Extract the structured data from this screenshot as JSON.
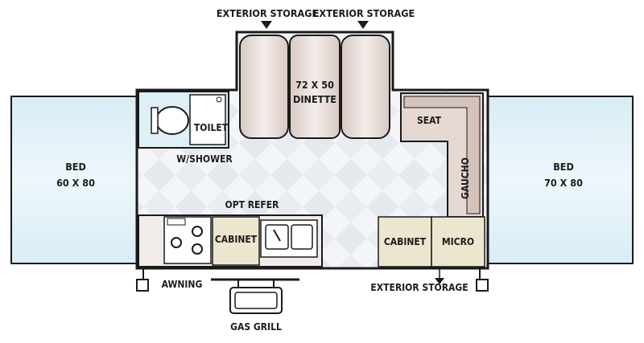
{
  "labels": {
    "exterior_storage_top_left": "EXTERIOR STORAGE",
    "exterior_storage_top_right": "EXTERIOR STORAGE",
    "dinette_size": "72 X 50",
    "dinette": "DINETTE",
    "toilet": "TOILET",
    "w_shower": "W/SHOWER",
    "seat": "SEAT",
    "gaucho": "GAUCHO",
    "bed_left": "BED",
    "bed_left_size": "60 X 80",
    "bed_right": "BED",
    "bed_right_size": "70 X 80",
    "opt_refer": "OPT REFER",
    "cabinet_left": "CABINET",
    "cabinet_right": "CABINET",
    "micro": "MICRO",
    "awning": "AWNING",
    "gas_grill": "GAS GRILL",
    "exterior_storage_bottom": "EXTERIOR STORAGE"
  },
  "colors": {
    "bed_fill": "#e3f1f8",
    "cushion_fill": "#ece3df",
    "cabinet_fill": "#ede6cf",
    "seat_fill": "#e9dcd6",
    "floor_fill": "#eef1f6",
    "line": "#1a1a1a"
  }
}
